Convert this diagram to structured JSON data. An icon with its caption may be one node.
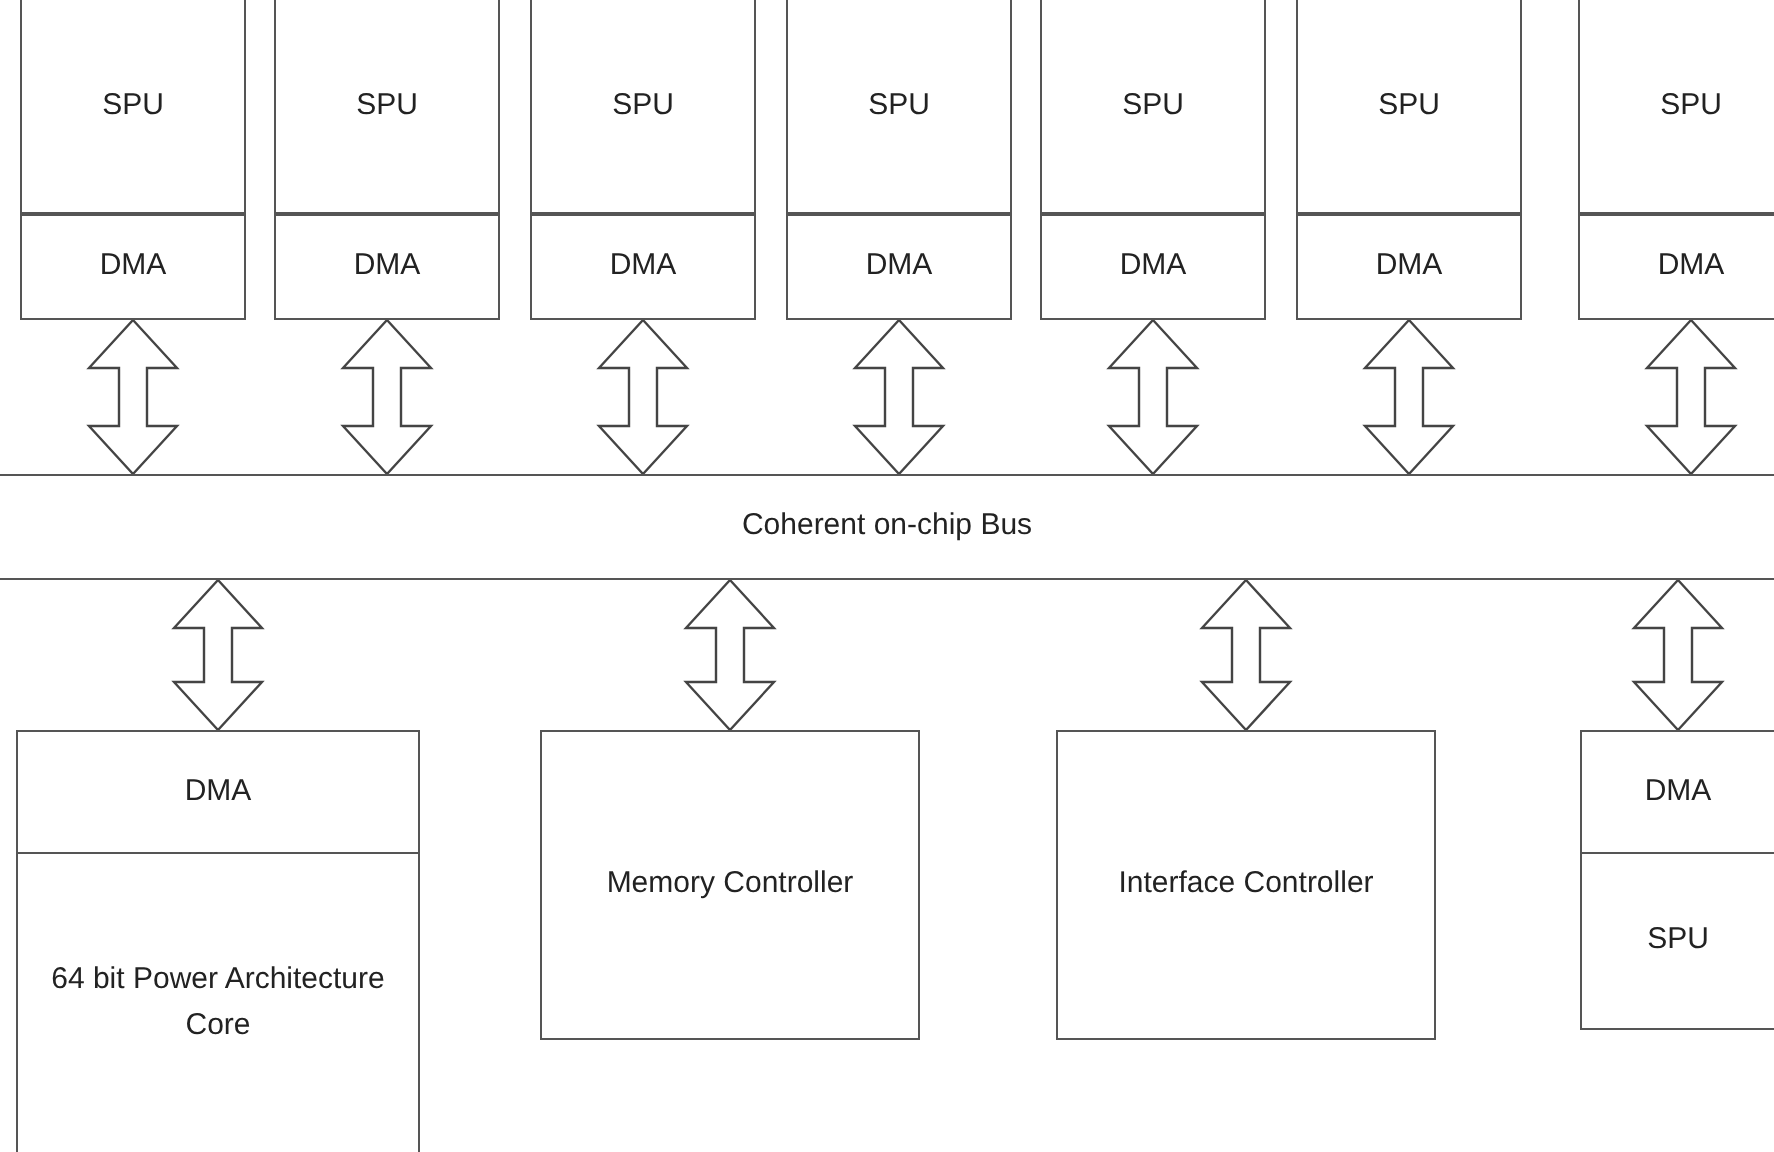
{
  "diagram": {
    "nodes": [
      {
        "text": [
          "SPU"
        ]
      },
      {
        "text": [
          "SPU"
        ]
      },
      {
        "text": [
          "SPU"
        ]
      },
      {
        "text": [
          "SPU"
        ]
      },
      {
        "text": [
          "SPU"
        ]
      },
      {
        "text": [
          "SPU"
        ]
      },
      {
        "text": [
          "SPU"
        ]
      },
      {
        "text": [
          "DMA"
        ]
      },
      {
        "text": [
          "DMA"
        ]
      },
      {
        "text": [
          "DMA"
        ]
      },
      {
        "text": [
          "DMA"
        ]
      },
      {
        "text": [
          "DMA"
        ]
      },
      {
        "text": [
          "DMA"
        ]
      },
      {
        "text": [
          "DMA"
        ]
      },
      {
        "text": [
          "Coherent on-chip Bus"
        ]
      },
      {
        "text": [
          "DMA"
        ]
      },
      {
        "text": [
          "Memory Controller"
        ]
      },
      {
        "text": [
          "Interface Controller"
        ]
      },
      {
        "text": [
          "DMA"
        ]
      },
      {
        "text": [
          "64 bit Power Architecture Core"
        ]
      },
      {
        "text": [
          "SPU"
        ]
      }
    ],
    "edges": [
      {
        "from": 7,
        "to": 14,
        "arrow": "both"
      },
      {
        "from": 8,
        "to": 14,
        "arrow": "both"
      },
      {
        "from": 9,
        "to": 14,
        "arrow": "both"
      },
      {
        "from": 10,
        "to": 14,
        "arrow": "both"
      },
      {
        "from": 11,
        "to": 14,
        "arrow": "both"
      },
      {
        "from": 12,
        "to": 14,
        "arrow": "both"
      },
      {
        "from": 13,
        "to": 14,
        "arrow": "both"
      },
      {
        "from": 14,
        "to": 15,
        "arrow": "both"
      },
      {
        "from": 14,
        "to": 16,
        "arrow": "both"
      },
      {
        "from": 14,
        "to": 17,
        "arrow": "both"
      },
      {
        "from": 14,
        "to": 18,
        "arrow": "both"
      }
    ]
  }
}
